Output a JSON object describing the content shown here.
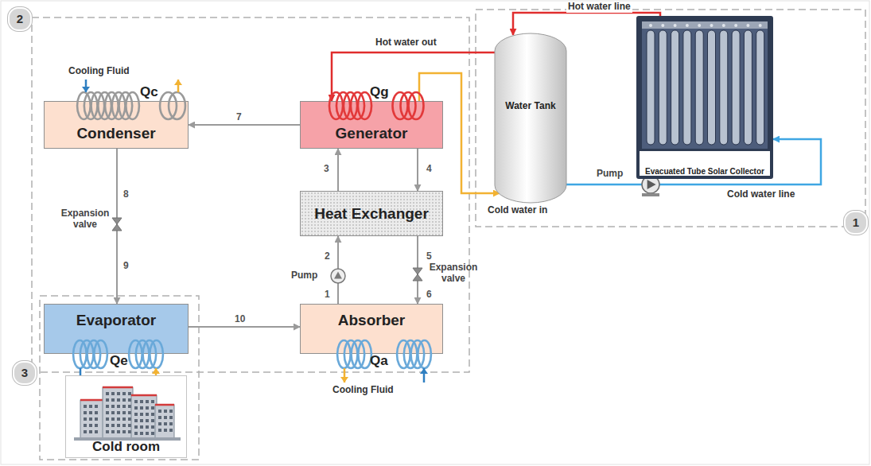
{
  "diagram": {
    "nodes": [
      {
        "text": [
          "Condenser"
        ]
      },
      {
        "text": [
          "Generator"
        ]
      },
      {
        "text": [
          "Water Tank"
        ]
      },
      {
        "text": [
          "Evacuated Tube Solar Collector"
        ]
      },
      {
        "text": [
          "Heat Exchanger"
        ]
      },
      {
        "text": [
          "Evaporator"
        ]
      },
      {
        "text": [
          "Absorber"
        ]
      },
      {
        "text": [
          "Cold room"
        ]
      }
    ],
    "edges": [
      {
        "from": 1,
        "to": 0,
        "arrow": "to",
        "label": "7"
      },
      {
        "from": 0,
        "to": 5,
        "arrow": "to"
      },
      {
        "from": 5,
        "to": 6,
        "arrow": "to",
        "label": "10"
      },
      {
        "from": 6,
        "to": 4,
        "arrow": "to"
      },
      {
        "from": 4,
        "to": 1,
        "arrow": "to",
        "label": "3"
      },
      {
        "from": 1,
        "to": 4,
        "arrow": "to",
        "label": "4"
      },
      {
        "from": 4,
        "to": 6,
        "arrow": "to"
      },
      {
        "from": 2,
        "to": 1,
        "arrow": "to",
        "label": "Hot water out"
      },
      {
        "from": 1,
        "to": 2,
        "arrow": "to",
        "label": "Cold water in"
      },
      {
        "from": 3,
        "to": 2,
        "arrow": "to",
        "label": "Hot water line"
      },
      {
        "from": 2,
        "to": 3,
        "arrow": "to",
        "label": "Cold water line"
      }
    ],
    "labels": [
      "2",
      "1",
      "3",
      "Cooling Fluid",
      "Qc",
      "Qg",
      "8",
      "Expansion valve",
      "9",
      "2",
      "1",
      "Pump",
      "5",
      "6",
      "Expansion valve",
      "Pump",
      "Qe",
      "Qa",
      "Cooling Fluid"
    ]
  }
}
